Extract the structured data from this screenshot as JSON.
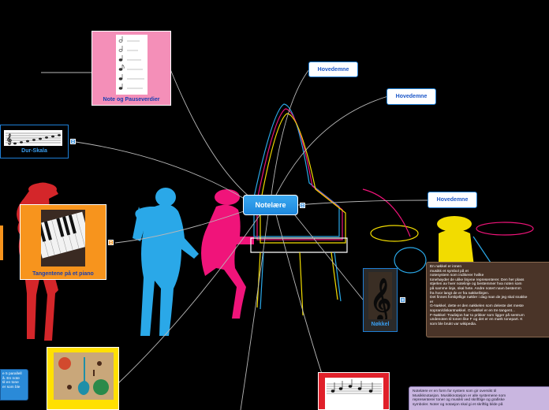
{
  "central": {
    "label": "Notelære"
  },
  "main_topics": [
    {
      "label": "Hovedemne"
    },
    {
      "label": "Hovedemne"
    },
    {
      "label": "Hovedemne"
    }
  ],
  "image_topics": {
    "note_pause": {
      "caption": "Note og Pauseverdier",
      "color": "#f48fb8"
    },
    "dur_skala": {
      "caption": "Dur-Skala",
      "color": "#ffffff"
    },
    "tangentene": {
      "caption": "Tangentene på et piano",
      "color": "#f7941d"
    },
    "nokkel": {
      "caption": "Nøkkel",
      "color": "#2a2a2a"
    },
    "music_art": {
      "color": "#ffe000"
    },
    "notes_bottom": {
      "color": "#e0202a"
    }
  },
  "note_tooltip": {
    "lines": [
      "En nøkkel er innen",
      "musikk et symbol på et",
      "notesystem som indikerer hvilke",
      "tonehøyder de ulike linjene representerer. Den her plass",
      "stjerlen av hver notelinje og bestemmer hva noten som",
      "på samme linje, skal hete. Andre notert navn bestemm",
      "fra hvor langt de er fra nøkkellinjen.",
      "Det finnes forskjellige nøkler i dag man de jeg skal snakke",
      "er",
      "G-Nøkkel, dette er den nøkkelen som deleste det meste",
      "sopran/diskantnøkkel. G-nøkkel er en tre tangent...",
      "F-Nøkkel: Tradisjon har to prikker som ligger på sentrum",
      "undenoten til tonen like F og det er en mørk tonepart. K",
      "som ble brukt var wikipedia."
    ]
  },
  "bottom_tooltip": {
    "lines": [
      "Notelære er en form for system som gir oversikt til",
      "Musikknotasjon. Musikknotasjon er alle systemene som",
      "representerer toner og musikk ved skriftlige og grafiske",
      "symboler. Noter og notasjon skal gi et skriftlig bilde på"
    ]
  },
  "left_tooltip": {
    "lines": [
      "e 5 parallell",
      "å. En note",
      "til en tone",
      "er som ble"
    ]
  },
  "colors": {
    "branch": "#b8b8b8",
    "central": "#2a97e8",
    "topic_border": "#1e7fd6",
    "tooltip_brown": "#4a3428",
    "tooltip_purple": "#c9b6e0",
    "silhouette_red": "#d4262a",
    "silhouette_blue": "#2aa8e8",
    "silhouette_pink": "#f0147a",
    "silhouette_yellow": "#f2dc00"
  },
  "icons": [
    "note-icon",
    "treble-clef-icon",
    "piano-keys-icon",
    "guitar-icon",
    "sheet-music-icon"
  ]
}
